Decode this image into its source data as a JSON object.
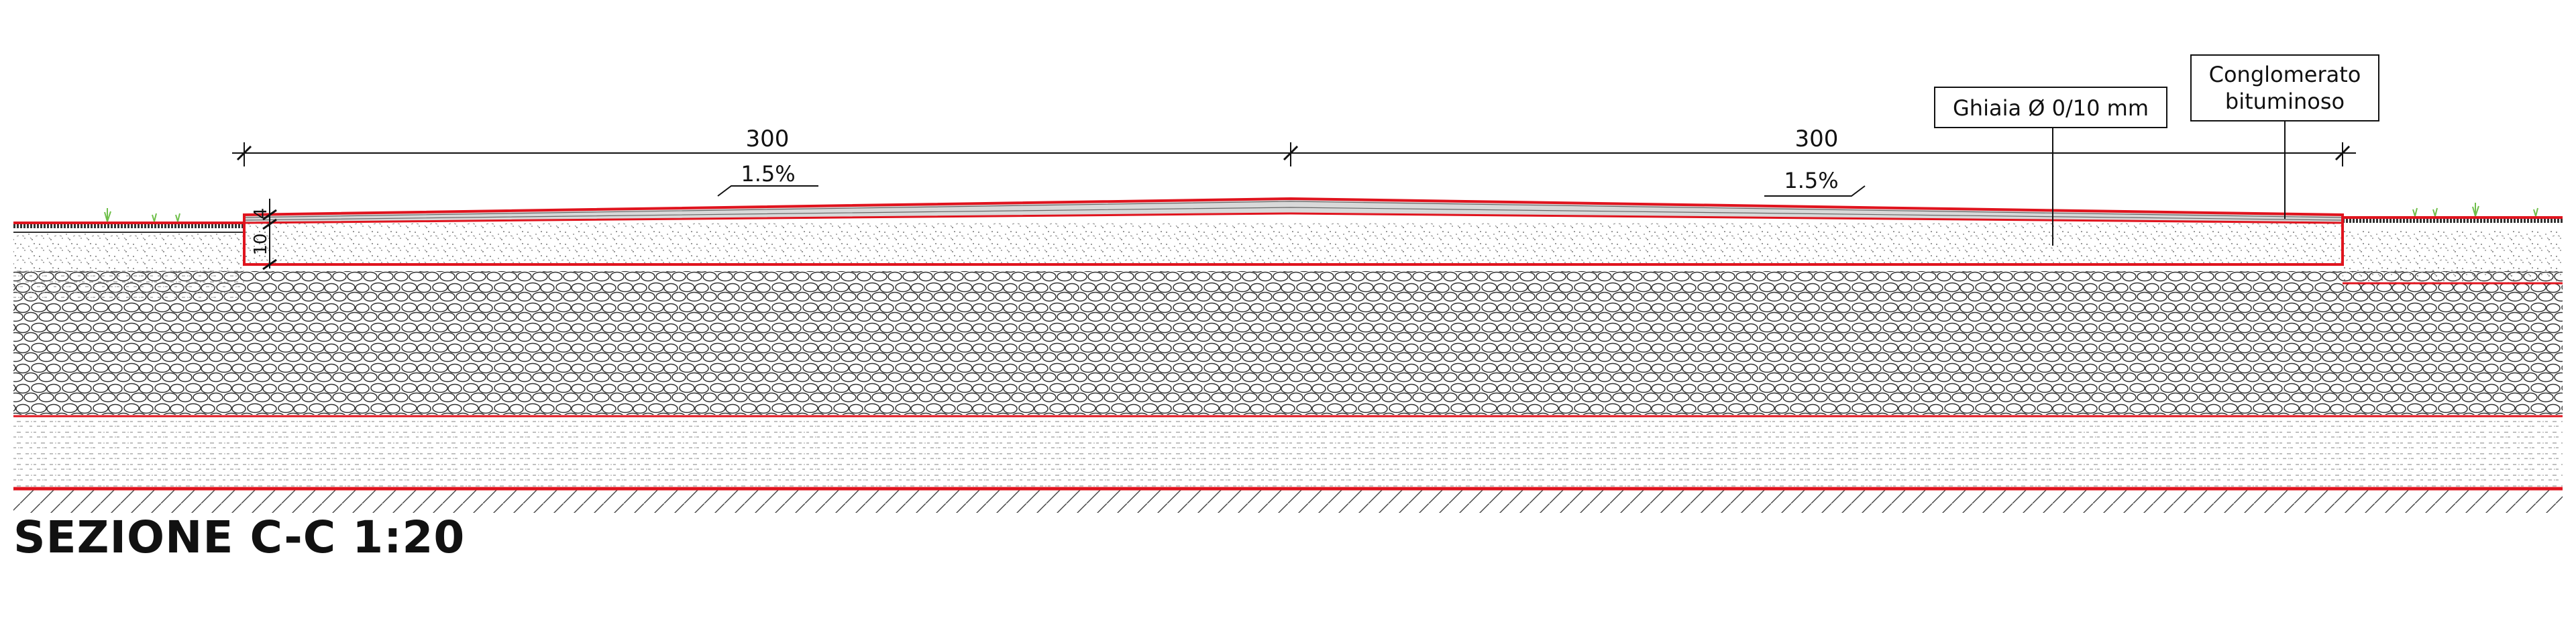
{
  "drawing": {
    "title": "SEZIONE C-C 1:20",
    "dimensions": {
      "left_width": "300",
      "right_width": "300",
      "layer_top": "4",
      "layer_base": "10"
    },
    "slopes": {
      "left": "1.5%",
      "right": "1.5%"
    },
    "labels": {
      "gravel": "Ghiaia Ø 0/10 mm",
      "asphalt_line1": "Conglomerato",
      "asphalt_line2": "bituminoso"
    },
    "colors": {
      "outline": "#e0141e",
      "ink": "#111111",
      "grass": "#6fbf4a"
    }
  }
}
